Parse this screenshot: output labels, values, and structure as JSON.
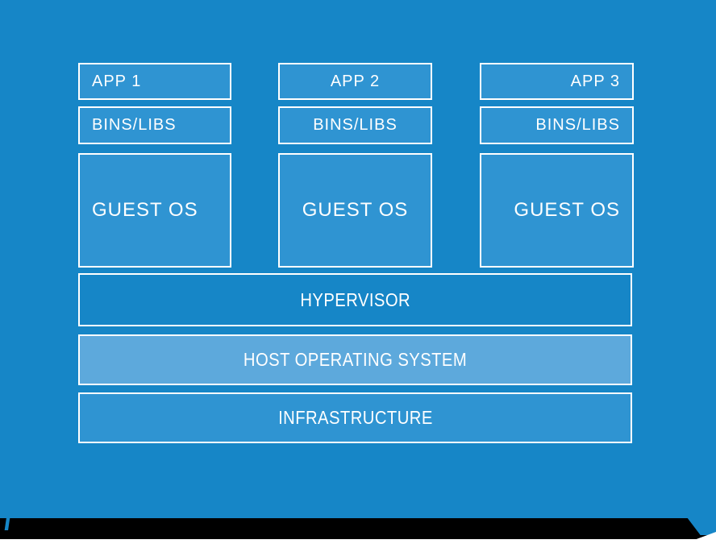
{
  "diagram": {
    "title_semantics": "virtual-machine-architecture-stack",
    "columns": [
      {
        "app_label": "APP 1",
        "bins_label": "BINS/LIBS",
        "guest_label": "GUEST OS",
        "text_align": "left"
      },
      {
        "app_label": "APP 2",
        "bins_label": "BINS/LIBS",
        "guest_label": "GUEST OS",
        "text_align": "center"
      },
      {
        "app_label": "APP 3",
        "bins_label": "BINS/LIBS",
        "guest_label": "GUEST OS",
        "text_align": "right"
      }
    ],
    "layers": [
      {
        "label": "HYPERVISOR"
      },
      {
        "label": "HOST OPERATING SYSTEM"
      },
      {
        "label": "INFRASTRUCTURE"
      }
    ]
  },
  "colors": {
    "background": "#1686C7",
    "box_fill": "#2F94D2",
    "host_fill": "#5DA9DC",
    "hypervisor_fill": "#1686C7",
    "border": "#FFFFFF",
    "text": "#FFFFFF",
    "laptop_base": "#000000"
  }
}
